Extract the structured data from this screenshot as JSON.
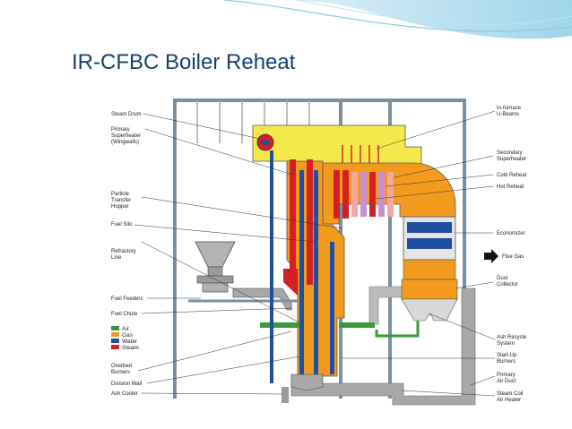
{
  "slide": {
    "title": "IR-CFBC Boiler Reheat"
  },
  "labels": {
    "left": [
      {
        "id": "steam-drum",
        "text": "Steam Drum"
      },
      {
        "id": "primary-superheater-1",
        "text": "Primary"
      },
      {
        "id": "primary-superheater-2",
        "text": "Superheater"
      },
      {
        "id": "primary-superheater-3",
        "text": "(Wingwalls)"
      },
      {
        "id": "particle-transfer-1",
        "text": "Particle"
      },
      {
        "id": "particle-transfer-2",
        "text": "Transfer"
      },
      {
        "id": "particle-transfer-3",
        "text": "Hopper"
      },
      {
        "id": "fuel-silo",
        "text": "Fuel Silo"
      },
      {
        "id": "refractory-1",
        "text": "Refractory"
      },
      {
        "id": "refractory-2",
        "text": "Line"
      },
      {
        "id": "fuel-feeders",
        "text": "Fuel Feeders"
      },
      {
        "id": "fuel-chute",
        "text": "Fuel Chute"
      },
      {
        "id": "overbed-1",
        "text": "Overbed"
      },
      {
        "id": "overbed-2",
        "text": "Burners"
      },
      {
        "id": "division-wall",
        "text": "Division Wall"
      },
      {
        "id": "ash-cooler",
        "text": "Ash Cooler"
      }
    ],
    "right": [
      {
        "id": "u-beams-1",
        "text": "In-furnace"
      },
      {
        "id": "u-beams-2",
        "text": "U-Beams"
      },
      {
        "id": "secondary-sh-1",
        "text": "Secondary"
      },
      {
        "id": "secondary-sh-2",
        "text": "Superheater"
      },
      {
        "id": "cold-reheat",
        "text": "Cold Reheat"
      },
      {
        "id": "hot-reheat",
        "text": "Hot Reheat"
      },
      {
        "id": "economizer",
        "text": "Economizer"
      },
      {
        "id": "flue-gas",
        "text": "Flue Gas"
      },
      {
        "id": "dust-collector-1",
        "text": "Dust"
      },
      {
        "id": "dust-collector-2",
        "text": "Collector"
      },
      {
        "id": "ash-recycle-1",
        "text": "Ash Recycle"
      },
      {
        "id": "ash-recycle-2",
        "text": "System"
      },
      {
        "id": "startup-1",
        "text": "Start-Up"
      },
      {
        "id": "startup-2",
        "text": "Burners"
      },
      {
        "id": "primary-air-1",
        "text": "Primary"
      },
      {
        "id": "primary-air-2",
        "text": "Air Duct"
      },
      {
        "id": "steam-coil-1",
        "text": "Steam Coil"
      },
      {
        "id": "steam-coil-2",
        "text": "Air Heater"
      }
    ]
  },
  "legend": {
    "items": [
      {
        "label": "Air",
        "color": "#3a9a3a"
      },
      {
        "label": "Gas",
        "color": "#f29a1e"
      },
      {
        "label": "Water",
        "color": "#1f4fa0"
      },
      {
        "label": "Steam",
        "color": "#d41f26"
      }
    ]
  },
  "colors": {
    "air": "#3a9a3a",
    "gas": "#f29a1e",
    "water": "#1f4fa0",
    "steam": "#d41f26",
    "structure": "#7a8fa0",
    "drum": "#f4e84a",
    "duct": "#a8a8a8",
    "title": "#17406d"
  }
}
